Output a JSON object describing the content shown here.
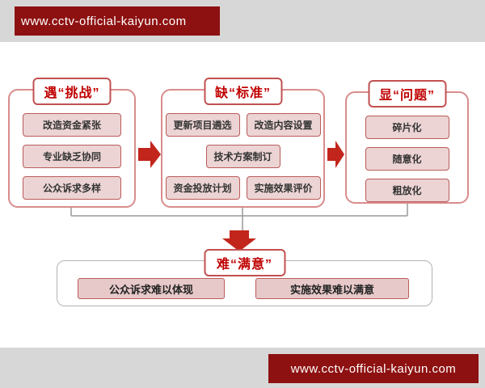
{
  "watermarks": {
    "top": "www.cctv-official-kaiyun.com",
    "bottom": "www.cctv-official-kaiyun.com"
  },
  "panels": [
    {
      "title": "遇“挑战”",
      "items": [
        "改造资金紧张",
        "专业缺乏协同",
        "公众诉求多样"
      ]
    },
    {
      "title": "缺“标准”",
      "items": [
        "更新项目遴选",
        "改造内容设置",
        "技术方案制订",
        "资金投放计划",
        "实施效果评价"
      ]
    },
    {
      "title": "显“问题”",
      "items": [
        "碎片化",
        "随意化",
        "粗放化"
      ]
    }
  ],
  "result_panel": {
    "title": "难“满意”",
    "items": [
      "公众诉求难以体现",
      "实施效果难以满意"
    ]
  },
  "colors": {
    "banner_bg": "#8e1111",
    "accent_red": "#c00000",
    "arrow_red": "#c2251c",
    "panel_border": "#d98c8c",
    "item_bg": "#ecd4d4",
    "item_border": "#bb5b5b",
    "connector_gray": "#999999"
  }
}
